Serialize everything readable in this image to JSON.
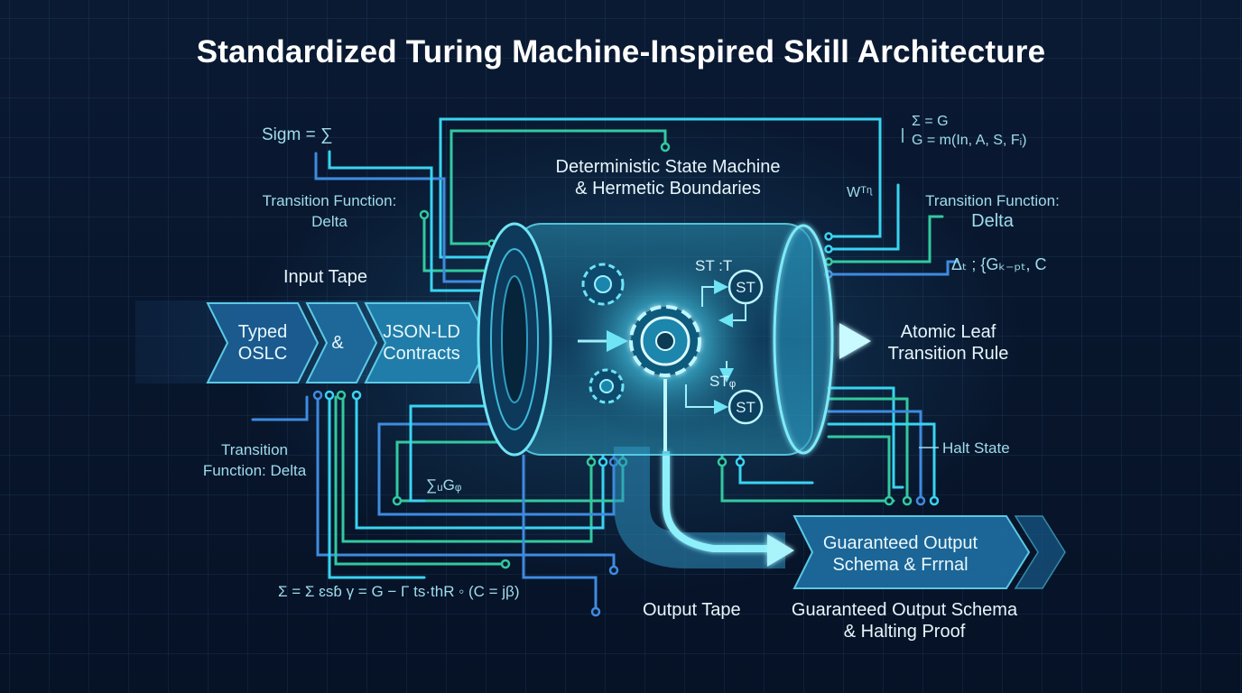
{
  "title": "Standardized Turing Machine-Inspired Skill Architecture",
  "center": {
    "line1": "Deterministic State Machine",
    "line2": "& Hermetic Boundaries"
  },
  "input": {
    "caption": "Input Tape",
    "seg1": {
      "line1": "Typed",
      "line2": "OSLC"
    },
    "seg2": "&",
    "seg3": {
      "line1": "JSON-LD",
      "line2": "Contracts"
    }
  },
  "output": {
    "arrow": {
      "line1": "Guaranteed Output",
      "line2": "Schema & Frrnal"
    },
    "caption": "Output Tape",
    "schema": {
      "line1": "Guaranteed Output Schema",
      "line2": "& Halting Proof"
    }
  },
  "atomic": {
    "line1": "Atomic Leaf",
    "line2": "Transition Rule"
  },
  "halt": "Halt State",
  "left": {
    "sigm": "Sigm = ∑",
    "tf1": {
      "line1": "Transition Function:",
      "line2": "Delta"
    },
    "tf2": {
      "line1": "Transition",
      "line2": "Function: Delta"
    },
    "sigma_g": "∑ᵤGᵩ",
    "formula": "Σ = Σ ɛsɓ γ = G − Γ ts·thR ◦ (C = jβ)"
  },
  "right": {
    "formula1": "Σ = G",
    "formula2": "G = m(In, A, S, Fᵢ)",
    "w": "Wᵀᶯ",
    "tf": {
      "line1": "Transition Function:",
      "line2": "Delta"
    },
    "delta": "Δₜ ; {Gₖ₋ₚₜ, C"
  },
  "states": {
    "st_top": "ST :T",
    "st_mid": "STᵩ",
    "state1": "ST",
    "state2": "ST"
  },
  "colors": {
    "cyan": "#39d4f2",
    "green": "#33c9a0",
    "blue": "#3f8be0",
    "background": "#071428"
  }
}
